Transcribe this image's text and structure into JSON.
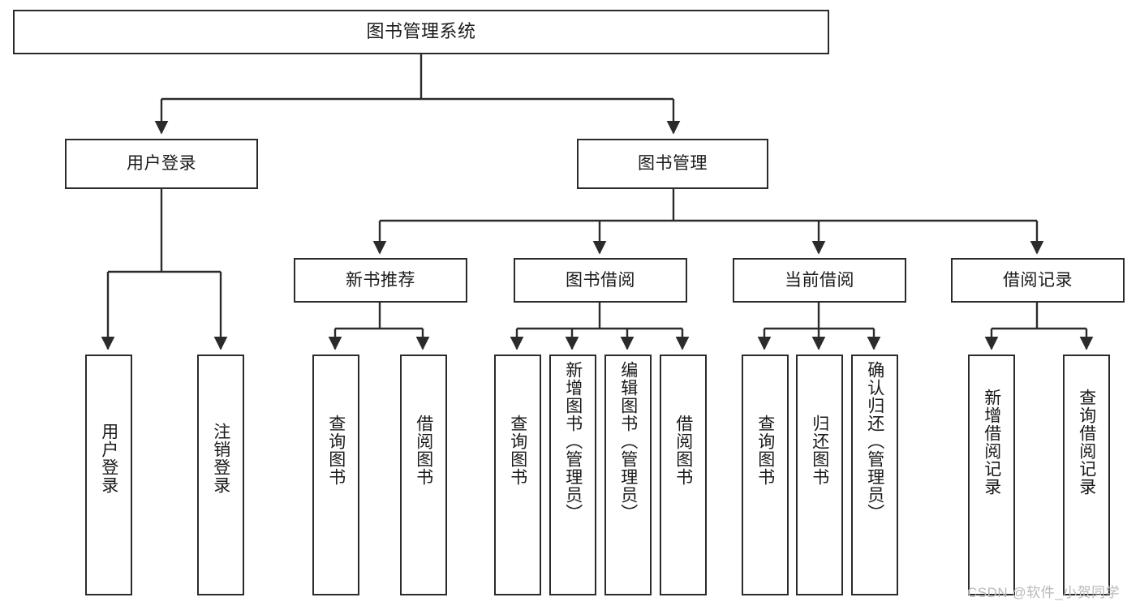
{
  "diagram": {
    "title": "图书管理系统",
    "type": "hierarchy-tree",
    "watermark": "CSDN @软件_小贺同学",
    "colors": {
      "stroke": "#2b2b2b",
      "fill": "#ffffff",
      "text": "#1a1a1a",
      "watermark": "#b9b9b9"
    },
    "levels": {
      "root": "图书管理系统",
      "level2": [
        "用户登录",
        "图书管理"
      ],
      "level3": [
        "新书推荐",
        "图书借阅",
        "当前借阅",
        "借阅记录"
      ]
    },
    "nodes": {
      "root": {
        "label": "图书管理系统"
      },
      "user_login": {
        "label": "用户登录"
      },
      "book_manage": {
        "label": "图书管理"
      },
      "new_book_rec": {
        "label": "新书推荐"
      },
      "book_borrow": {
        "label": "图书借阅"
      },
      "current_borrow": {
        "label": "当前借阅"
      },
      "borrow_record": {
        "label": "借阅记录"
      },
      "leaf_user_login": {
        "label": "用户登录"
      },
      "leaf_user_logout": {
        "label": "注销登录"
      },
      "leaf_query_book_a": {
        "label": "查询图书"
      },
      "leaf_borrow_book_a": {
        "label": "借阅图书"
      },
      "leaf_query_book_b": {
        "label": "查询图书"
      },
      "leaf_add_book": {
        "label": "新增图书（管理员）"
      },
      "leaf_edit_book": {
        "label": "编辑图书（管理员）"
      },
      "leaf_borrow_book_b": {
        "label": "借阅图书"
      },
      "leaf_query_book_c": {
        "label": "查询图书"
      },
      "leaf_return_book": {
        "label": "归还图书"
      },
      "leaf_confirm_return": {
        "label": "确认归还（管理员）"
      },
      "leaf_add_record": {
        "label": "新增借阅记录"
      },
      "leaf_query_record": {
        "label": "查询借阅记录"
      }
    },
    "edges": [
      {
        "from": "root",
        "to": "user_login"
      },
      {
        "from": "root",
        "to": "book_manage"
      },
      {
        "from": "user_login",
        "to": "leaf_user_login"
      },
      {
        "from": "user_login",
        "to": "leaf_user_logout"
      },
      {
        "from": "book_manage",
        "to": "new_book_rec"
      },
      {
        "from": "book_manage",
        "to": "book_borrow"
      },
      {
        "from": "book_manage",
        "to": "current_borrow"
      },
      {
        "from": "book_manage",
        "to": "borrow_record"
      },
      {
        "from": "new_book_rec",
        "to": "leaf_query_book_a"
      },
      {
        "from": "new_book_rec",
        "to": "leaf_borrow_book_a"
      },
      {
        "from": "book_borrow",
        "to": "leaf_query_book_b"
      },
      {
        "from": "book_borrow",
        "to": "leaf_add_book"
      },
      {
        "from": "book_borrow",
        "to": "leaf_edit_book"
      },
      {
        "from": "book_borrow",
        "to": "leaf_borrow_book_b"
      },
      {
        "from": "current_borrow",
        "to": "leaf_query_book_c"
      },
      {
        "from": "current_borrow",
        "to": "leaf_return_book"
      },
      {
        "from": "current_borrow",
        "to": "leaf_confirm_return"
      },
      {
        "from": "borrow_record",
        "to": "leaf_add_record"
      },
      {
        "from": "borrow_record",
        "to": "leaf_query_record"
      }
    ]
  }
}
